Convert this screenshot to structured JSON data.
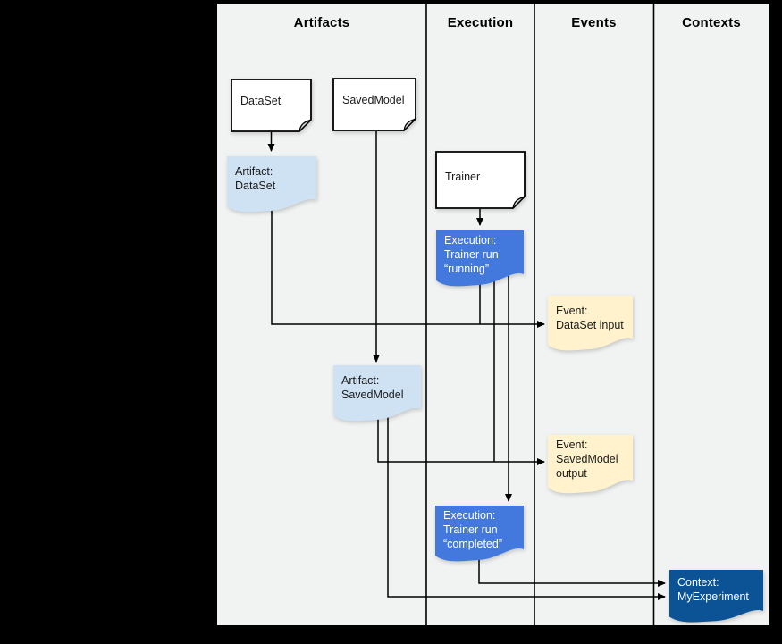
{
  "columns": {
    "artifacts": "Artifacts",
    "execution": "Execution",
    "events": "Events",
    "contexts": "Contexts"
  },
  "nodes": {
    "dataset": {
      "label": "DataSet"
    },
    "savedmodel": {
      "label": "SavedModel"
    },
    "trainer": {
      "label": "Trainer"
    },
    "artifact_dataset": {
      "line1": "Artifact:",
      "line2": "DataSet"
    },
    "execution_running": {
      "line1": "Execution:",
      "line2": "Trainer run",
      "line3": "“running”"
    },
    "event_dataset_input": {
      "line1": "Event:",
      "line2": "DataSet input"
    },
    "artifact_savedmodel": {
      "line1": "Artifact:",
      "line2": "SavedModel"
    },
    "event_savedmodel_output": {
      "line1": "Event:",
      "line2": "SavedModel",
      "line3": "output"
    },
    "execution_completed": {
      "line1": "Execution:",
      "line2": "Trainer run",
      "line3": "“completed”"
    },
    "context_myexperiment": {
      "line1": "Context:",
      "line2": "MyExperiment"
    }
  },
  "colors": {
    "background": "#f1f2f2",
    "frame": "#000000",
    "card_fill": "#ffffff",
    "fold_fill": "#d8dadd",
    "artifact_fill": "#cfe2f3",
    "execution_fill": "#4379dd",
    "event_fill": "#fff2cc",
    "context_fill": "#0b5394",
    "line": "#000000"
  }
}
